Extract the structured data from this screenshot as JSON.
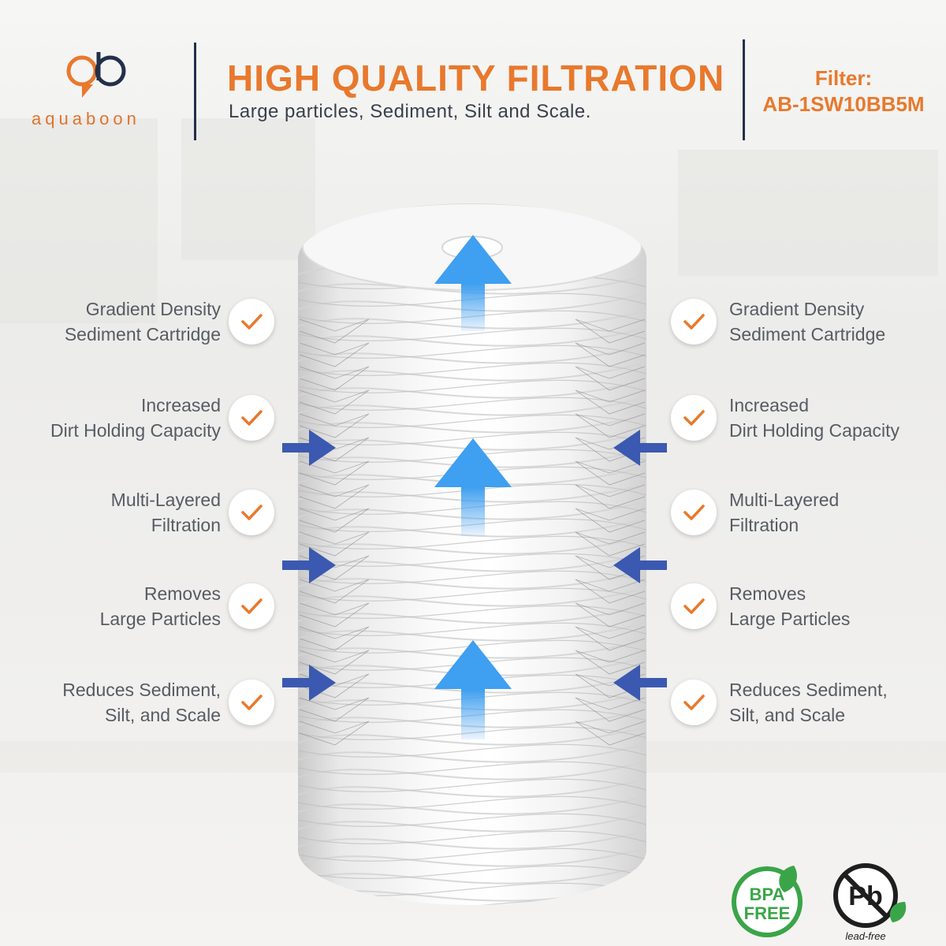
{
  "brand": {
    "name": "aquaboon",
    "mark_letters": "ab"
  },
  "header": {
    "title": "HIGH QUALITY FILTRATION",
    "subtitle": "Large particles, Sediment, Silt and Scale.",
    "filter_label": "Filter:",
    "filter_model": "AB-1SW10BB5M"
  },
  "features_left": [
    {
      "line1": "Gradient Density",
      "line2": "Sediment Cartridge",
      "icon": "check-icon"
    },
    {
      "line1": "Increased",
      "line2": "Dirt Holding Capacity",
      "icon": "check-icon"
    },
    {
      "line1": "Multi-Layered",
      "line2": "Filtration",
      "icon": "check-icon"
    },
    {
      "line1": "Removes",
      "line2": "Large Particles",
      "icon": "check-icon"
    },
    {
      "line1": "Reduces Sediment,",
      "line2": "Silt, and Scale",
      "icon": "check-icon"
    }
  ],
  "features_right": [
    {
      "line1": "Gradient Density",
      "line2": "Sediment Cartridge",
      "icon": "check-icon"
    },
    {
      "line1": "Increased",
      "line2": "Dirt Holding Capacity",
      "icon": "check-icon"
    },
    {
      "line1": "Multi-Layered",
      "line2": "Filtration",
      "icon": "check-icon"
    },
    {
      "line1": "Removes",
      "line2": "Large Particles",
      "icon": "check-icon"
    },
    {
      "line1": "Reduces Sediment,",
      "line2": "Silt, and Scale",
      "icon": "check-icon"
    }
  ],
  "badges": {
    "bpa_line1": "BPA",
    "bpa_line2": "FREE",
    "lead_symbol": "Pb",
    "lead_caption": "lead-free"
  },
  "colors": {
    "accent_orange": "#e8792d",
    "navy": "#22304a",
    "arrow_light_blue": "#3f9ff0",
    "arrow_dark_blue": "#3b59b0",
    "badge_green": "#3aa548",
    "text_gray": "#575b63"
  }
}
